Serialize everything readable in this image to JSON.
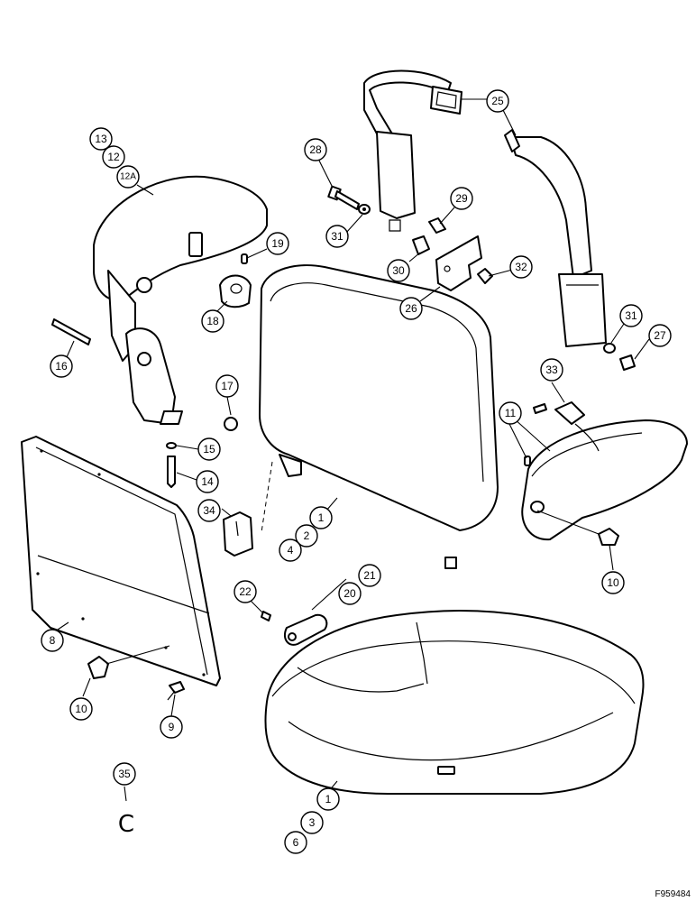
{
  "figure_id": "F959484",
  "view_marker": "C",
  "callouts": [
    {
      "id": "c13",
      "label": "13"
    },
    {
      "id": "c12",
      "label": "12"
    },
    {
      "id": "c12a",
      "label": "12A"
    },
    {
      "id": "c19",
      "label": "19"
    },
    {
      "id": "c18",
      "label": "18"
    },
    {
      "id": "c16",
      "label": "16"
    },
    {
      "id": "c17",
      "label": "17"
    },
    {
      "id": "c15",
      "label": "15"
    },
    {
      "id": "c14",
      "label": "14"
    },
    {
      "id": "c34",
      "label": "34"
    },
    {
      "id": "c8",
      "label": "8"
    },
    {
      "id": "c10a",
      "label": "10"
    },
    {
      "id": "c9",
      "label": "9"
    },
    {
      "id": "c35",
      "label": "35"
    },
    {
      "id": "c28",
      "label": "28"
    },
    {
      "id": "c31a",
      "label": "31"
    },
    {
      "id": "c29",
      "label": "29"
    },
    {
      "id": "c30",
      "label": "30"
    },
    {
      "id": "c26",
      "label": "26"
    },
    {
      "id": "c32",
      "label": "32"
    },
    {
      "id": "c25",
      "label": "25"
    },
    {
      "id": "c31b",
      "label": "31"
    },
    {
      "id": "c27",
      "label": "27"
    },
    {
      "id": "c33",
      "label": "33"
    },
    {
      "id": "c11",
      "label": "11"
    },
    {
      "id": "c10b",
      "label": "10"
    },
    {
      "id": "c1a",
      "label": "1"
    },
    {
      "id": "c2",
      "label": "2"
    },
    {
      "id": "c4",
      "label": "4"
    },
    {
      "id": "c22",
      "label": "22"
    },
    {
      "id": "c20",
      "label": "20"
    },
    {
      "id": "c21",
      "label": "21"
    },
    {
      "id": "c1b",
      "label": "1"
    },
    {
      "id": "c3",
      "label": "3"
    },
    {
      "id": "c6",
      "label": "6"
    }
  ]
}
